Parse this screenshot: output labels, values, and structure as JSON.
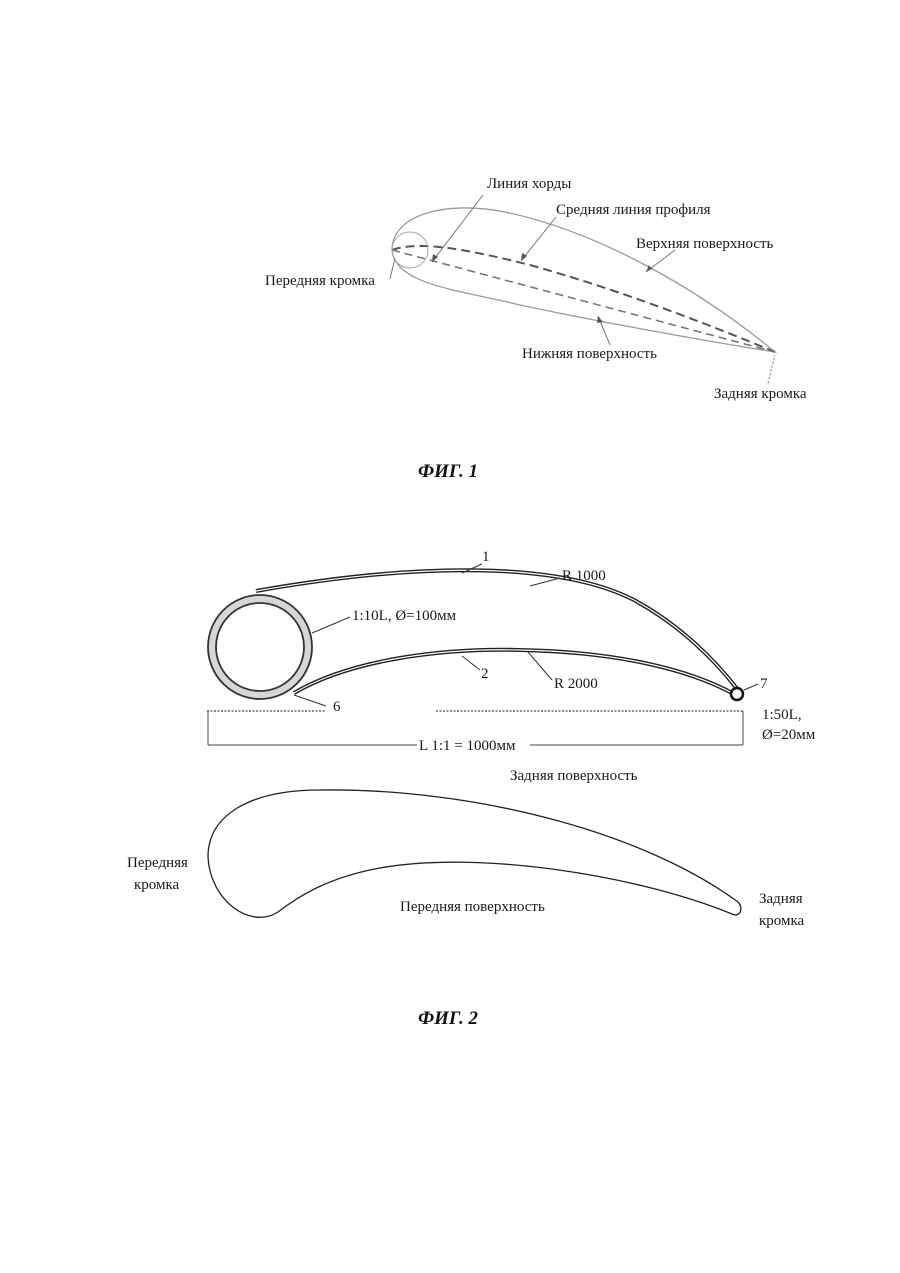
{
  "fig1": {
    "caption": "ФИГ. 1",
    "labels": {
      "chord_line": "Линия хорды",
      "mean_line": "Средняя линия профиля",
      "upper_surface": "Верхняя поверхность",
      "leading_edge": "Передняя кромка",
      "lower_surface": "Нижняя поверхность",
      "trailing_edge": "Задняя кромка"
    }
  },
  "fig2": {
    "caption": "ФИГ. 2",
    "labels": {
      "part_1": "1",
      "radius_1": "R 1000",
      "tube_spec": "1:10L,  Ø=100мм",
      "part_2": "2",
      "radius_2": "R 2000",
      "part_7": "7",
      "part_6": "6",
      "rod_spec_1": "1:50L,",
      "rod_spec_2": "Ø=20мм",
      "length": "L 1:1 = 1000мм",
      "rear_surface": "Задняя поверхность",
      "leading_edge_1": "Передняя",
      "leading_edge_2": "кромка",
      "front_surface": "Передняя поверхность",
      "trailing_edge_1": "Задняя",
      "trailing_edge_2": "кромка"
    }
  },
  "colors": {
    "outline": "#8a8a8a",
    "ink": "#1a1a1a"
  }
}
